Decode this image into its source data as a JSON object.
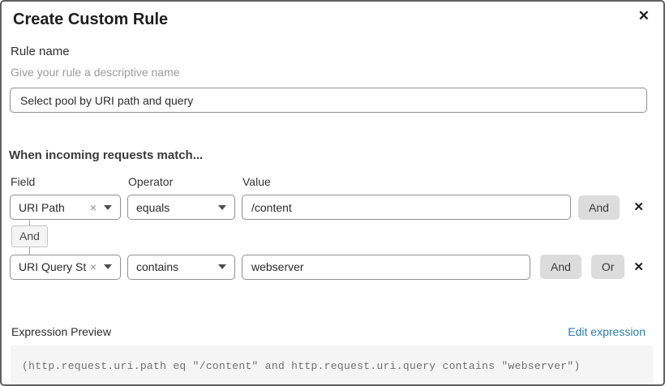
{
  "dialog": {
    "title": "Create Custom Rule"
  },
  "icons": {
    "close": "✕",
    "clear": "×",
    "delete": "✕"
  },
  "rule_name": {
    "label": "Rule name",
    "helper": "Give your rule a descriptive name",
    "value": "Select pool by URI path and query"
  },
  "match": {
    "heading": "When incoming requests match...",
    "columns": {
      "field": "Field",
      "operator": "Operator",
      "value": "Value"
    },
    "connector": "And",
    "rows": [
      {
        "field": "URI Path",
        "operator": "equals",
        "value": "/content",
        "and_label": "And"
      },
      {
        "field": "URI Query St...",
        "operator": "contains",
        "value": "webserver",
        "and_label": "And",
        "or_label": "Or"
      }
    ]
  },
  "expression": {
    "label": "Expression Preview",
    "edit_link": "Edit expression",
    "code": "(http.request.uri.path eq \"/content\" and http.request.uri.query contains \"webserver\")"
  },
  "colors": {
    "link_blue": "#2c7cb0",
    "button_gray": "#dcdcdc"
  }
}
